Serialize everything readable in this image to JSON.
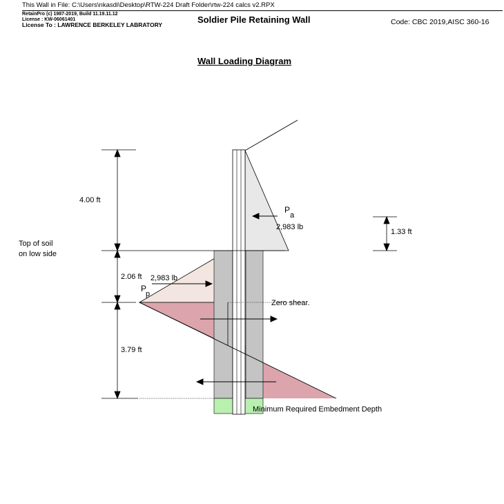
{
  "header": {
    "file_line": "This Wall in File: C:\\Users\\nkasdi\\Desktop\\RTW-224 Draft Folder\\rtw-224 calcs v2.RPX",
    "software_line": "RetainPro (c) 1987-2019,  Build 11.19.11.12",
    "license_line": "License : KW-06061401",
    "licensee_line": "License To : LAWRENCE BERKELEY LABRATORY",
    "report_title": "Soldier Pile Retaining Wall",
    "code_line": "Code: CBC 2019,AISC 360-16"
  },
  "diagram": {
    "title": "Wall Loading Diagram",
    "dim_top": "4.00 ft",
    "top_soil_line1": "Top of soil",
    "top_soil_line2": "on low side",
    "dim_mid": "2.06 ft",
    "dim_bottom": "3.79 ft",
    "dim_pa_arm": "1.33 ft",
    "pa_label": "P",
    "pa_sub": "a",
    "pa_value": "2,983 lb",
    "pp_label": "P",
    "pp_sub": "p",
    "pp_value": "2,983 lb",
    "zero_shear": "Zero shear.",
    "embedment": "Minimum Required Embedment Depth"
  },
  "colors": {
    "active_pressure": "#e8e8e8",
    "passive_pressure": "#f3e6e0",
    "net_pressure": "#dca4ac",
    "pile_fill": "#c4c4c4",
    "embed_fill": "#b9f0b0"
  }
}
